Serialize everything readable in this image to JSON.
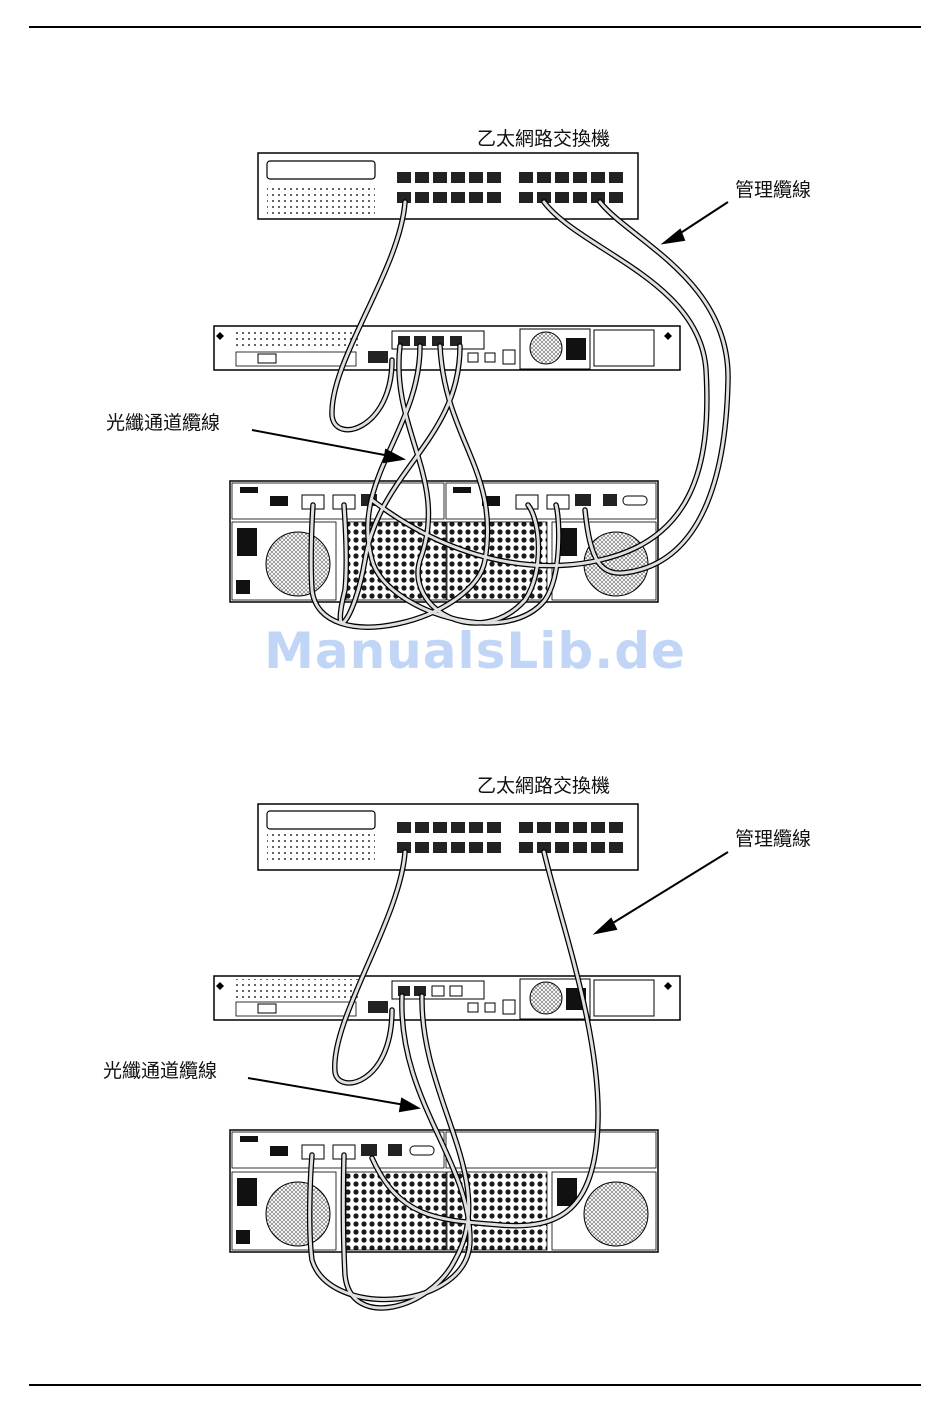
{
  "figure_top": {
    "switch_label": "乙太網路交換機",
    "mgmt_label": "管理纜線",
    "fiber_label": "光纖通道纜線"
  },
  "figure_bottom": {
    "switch_label": "乙太網路交換機",
    "mgmt_label": "管理纜線",
    "fiber_label": "光纖通道纜線"
  },
  "watermark": "ManualsLib.de",
  "colors": {
    "line": "#000000",
    "cable": "#d9d9d9",
    "vent": "#1a1a1a",
    "watermark": "#8fb4f0"
  }
}
